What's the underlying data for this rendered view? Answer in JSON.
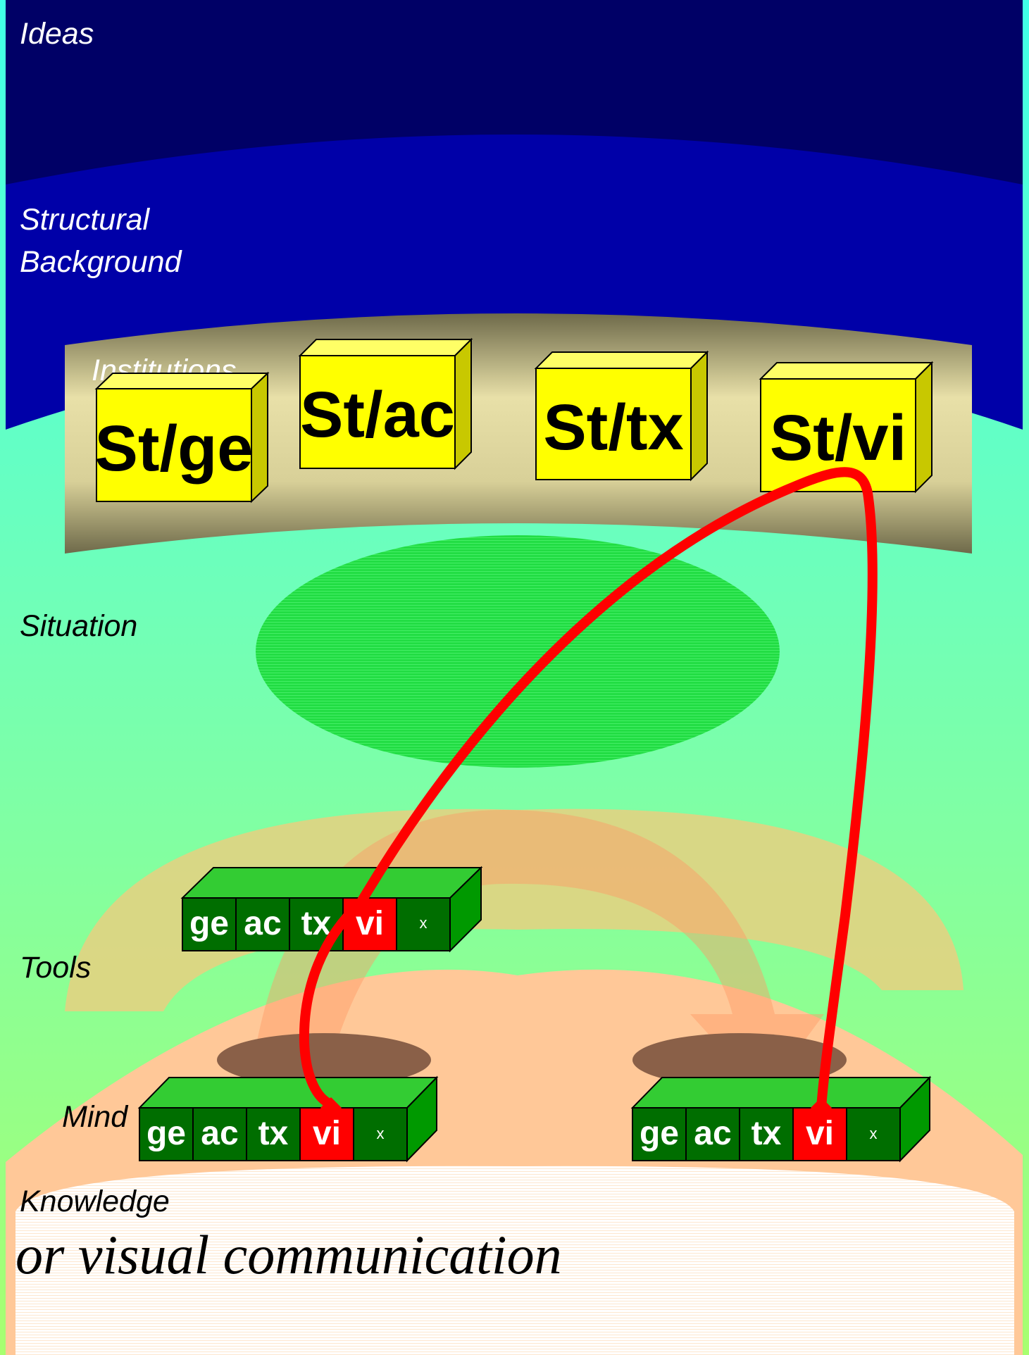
{
  "layers": {
    "ideas": "Ideas",
    "structural_line1": "Structural",
    "structural_line2": "Background",
    "institutions": "Institutions",
    "situation": "Situation",
    "tools": "Tools",
    "mind": "Mind",
    "knowledge": "Knowledge"
  },
  "institution_boxes": [
    "St/ge",
    "St/ac",
    "St/tx",
    "St/vi"
  ],
  "tool_bar": [
    "ge",
    "ac",
    "tx",
    "vi",
    "x"
  ],
  "mind_bar_left": [
    "ge",
    "ac",
    "tx",
    "vi",
    "x"
  ],
  "mind_bar_right": [
    "ge",
    "ac",
    "tx",
    "vi",
    "x"
  ],
  "caption": "or visual communication",
  "colors": {
    "ideas_band": "#000066",
    "structural_band": "#0000a0",
    "institutions_band": "#c8c080",
    "box_yellow": "#ffff00",
    "cell_green": "#006e00",
    "cell_red": "#ff0000",
    "arrow_red": "#ff0000",
    "situation_ellipse": "#33dd44",
    "mind_band": "#ffc898"
  }
}
